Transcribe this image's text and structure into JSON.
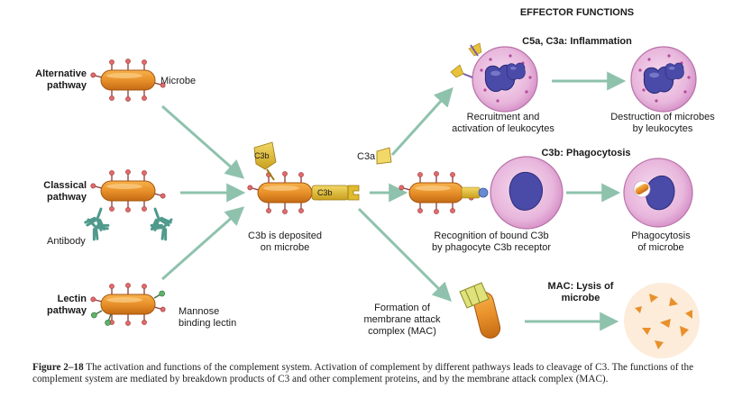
{
  "header": {
    "effector_functions": "EFFECTOR FUNCTIONS"
  },
  "pathways": {
    "alternative": [
      "Alternative",
      "pathway"
    ],
    "classical": [
      "Classical",
      "pathway"
    ],
    "lectin": [
      "Lectin",
      "pathway"
    ]
  },
  "labels": {
    "microbe": "Microbe",
    "antibody": "Antibody",
    "mannose_binding_lectin": [
      "Mannose",
      "binding lectin"
    ],
    "c3b_deposited": [
      "C3b is deposited",
      "on microbe"
    ],
    "c3b_tag": "C3b",
    "c3a_tag": "C3a",
    "formation_mac": [
      "Formation of",
      "membrane attack",
      "complex (MAC)"
    ]
  },
  "effects": {
    "inflammation": {
      "title": "C5a, C3a: Inflammation",
      "step1": [
        "Recruitment and",
        "activation of leukocytes"
      ],
      "step2": [
        "Destruction of microbes",
        "by leukocytes"
      ]
    },
    "phagocytosis": {
      "title": "C3b: Phagocytosis",
      "step1": [
        "Recognition of bound C3b",
        "by phagocyte C3b receptor"
      ],
      "step2": [
        "Phagocytosis",
        "of microbe"
      ]
    },
    "lysis": {
      "title": [
        "MAC: Lysis of",
        "microbe"
      ]
    }
  },
  "caption": {
    "figure_id": "Figure 2–18",
    "text": "The activation and functions of the complement system. Activation of complement by different pathways leads to cleavage of C3. The functions of the complement system are mediated by breakdown products of C3 and other complement proteins, and by the membrane attack complex (MAC)."
  },
  "colors": {
    "microbe": "#e8952a",
    "arrow": "#8fc2ad",
    "cell_fill": "#ecc0e4",
    "nucleus": "#4a4aa8",
    "c3b": "#e8c23a"
  }
}
